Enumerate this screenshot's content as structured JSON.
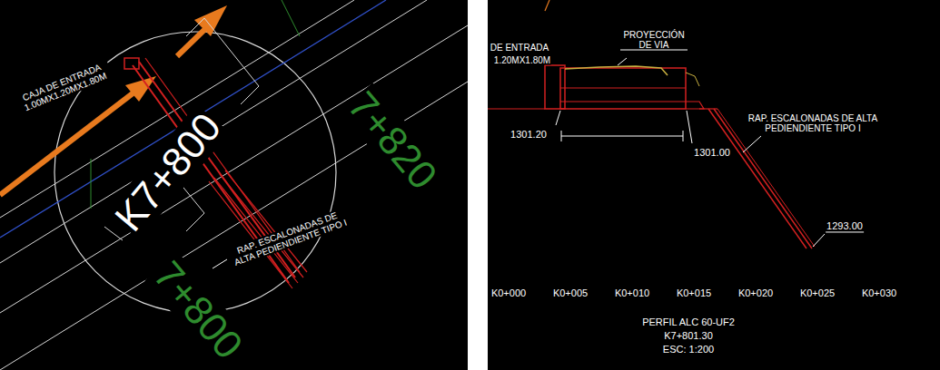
{
  "diagram": {
    "labels": [
      "CAJA DE ENTRADA 1.00MX1.20MX1.80M",
      "K7+800",
      "7+820",
      "RAP. ESCALONADAS DE ALTA PEDIENDIENTE TIPO I",
      "7+800",
      "DE ENTRADA",
      "1.20MX1.80M",
      "PROYECCIÓN DE VIA",
      "1301.20",
      "1301.00",
      "RAP. ESCALONADAS DE ALTA PEDIENDIENTE TIPO I",
      "1293.00",
      "K0+000",
      "K0+005",
      "K0+010",
      "K0+015",
      "K0+020",
      "K0+025",
      "K0+030",
      "PERFIL ALC 60-UF2",
      "K7+801.30",
      "ESC: 1:200"
    ]
  }
}
